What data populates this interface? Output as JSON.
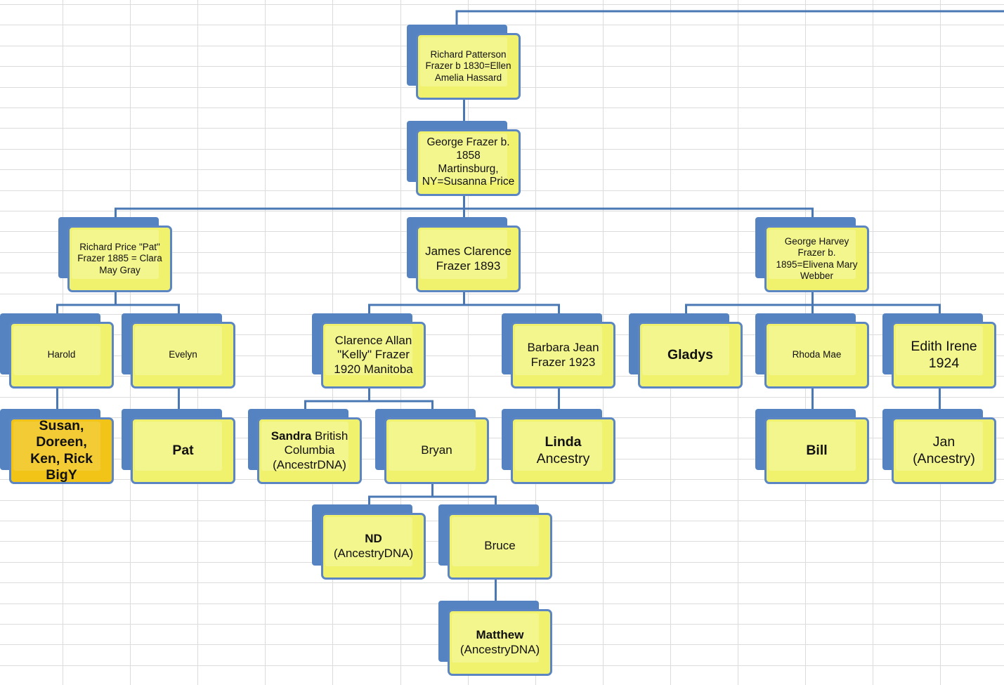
{
  "chart": {
    "nodes": [
      {
        "id": "richard-patterson",
        "text": "Richard Patterson\nFrazer b 1830=Ellen\nAmelia Hassard",
        "style": "fs13"
      },
      {
        "id": "george-1858",
        "text": "George Frazer b.\n1858\nMartinsburg,\nNY=Susanna Price",
        "style": "fs15"
      },
      {
        "id": "richard-price",
        "text": "Richard Price \"Pat\"\nFrazer 1885 = Clara\nMay Gray",
        "style": "fs13"
      },
      {
        "id": "james-clarence",
        "text": "James Clarence\nFrazer 1893",
        "style": "fs17"
      },
      {
        "id": "george-harvey",
        "text": "George Harvey\nFrazer b.\n1895=Elivena Mary\nWebber",
        "style": "fs13"
      },
      {
        "id": "harold",
        "text": "Harold",
        "style": "fs13"
      },
      {
        "id": "evelyn",
        "text": "Evelyn",
        "style": "fs13"
      },
      {
        "id": "clarence-allan",
        "text": "Clarence Allan\n\"Kelly\" Frazer\n1920 Manitoba",
        "style": "fs17"
      },
      {
        "id": "barbara-jean",
        "text": "Barbara Jean\nFrazer 1923",
        "style": "fs17"
      },
      {
        "id": "gladys",
        "text": "Gladys",
        "style": "fs19 bold"
      },
      {
        "id": "rhoda-mae",
        "text": "Rhoda Mae",
        "style": "fs13"
      },
      {
        "id": "edith-irene",
        "text": "Edith Irene\n1924",
        "style": "fs19"
      },
      {
        "id": "susan-group",
        "text": "Susan,\nDoreen,\nKen, Rick\nBigY",
        "style": "fs19 bold",
        "highlight": true
      },
      {
        "id": "pat",
        "text": "Pat",
        "style": "fs19 bold"
      },
      {
        "id": "sandra",
        "text": "Sandra British\nColumbia\n(AncestrDNA)",
        "bold_word": "Sandra",
        "style": "fs17"
      },
      {
        "id": "bryan",
        "text": "Bryan",
        "style": "fs17"
      },
      {
        "id": "linda",
        "text": "Linda\nAncestry",
        "bold_word": "Linda",
        "style": "fs19"
      },
      {
        "id": "bill",
        "text": "Bill",
        "style": "fs19 bold"
      },
      {
        "id": "jan",
        "text": "Jan\n(Ancestry)",
        "style": "fs19"
      },
      {
        "id": "nd",
        "text": "ND\n(AncestryDNA)",
        "bold_word": "ND",
        "style": "fs17"
      },
      {
        "id": "bruce",
        "text": "Bruce",
        "style": "fs17"
      },
      {
        "id": "matthew",
        "text": "Matthew\n(AncestryDNA)",
        "bold_word": "Matthew",
        "style": "fs17"
      }
    ],
    "edges": [
      [
        "richard-patterson",
        "george-1858"
      ],
      [
        "george-1858",
        "richard-price"
      ],
      [
        "george-1858",
        "james-clarence"
      ],
      [
        "george-1858",
        "george-harvey"
      ],
      [
        "richard-price",
        "harold"
      ],
      [
        "richard-price",
        "evelyn"
      ],
      [
        "james-clarence",
        "clarence-allan"
      ],
      [
        "james-clarence",
        "barbara-jean"
      ],
      [
        "george-harvey",
        "gladys"
      ],
      [
        "george-harvey",
        "rhoda-mae"
      ],
      [
        "george-harvey",
        "edith-irene"
      ],
      [
        "harold",
        "susan-group"
      ],
      [
        "evelyn",
        "pat"
      ],
      [
        "clarence-allan",
        "sandra"
      ],
      [
        "clarence-allan",
        "bryan"
      ],
      [
        "barbara-jean",
        "linda"
      ],
      [
        "rhoda-mae",
        "bill"
      ],
      [
        "edith-irene",
        "jan"
      ],
      [
        "bryan",
        "nd"
      ],
      [
        "bryan",
        "bruce"
      ],
      [
        "bruce",
        "matthew"
      ]
    ],
    "colors": {
      "box_fill": "#f0f26e",
      "box_highlight": "#f2c418",
      "box_shadow": "#5583c2",
      "box_border": "#5b86c3",
      "connector": "#4a78b5",
      "grid": "#dcdcdc"
    }
  }
}
